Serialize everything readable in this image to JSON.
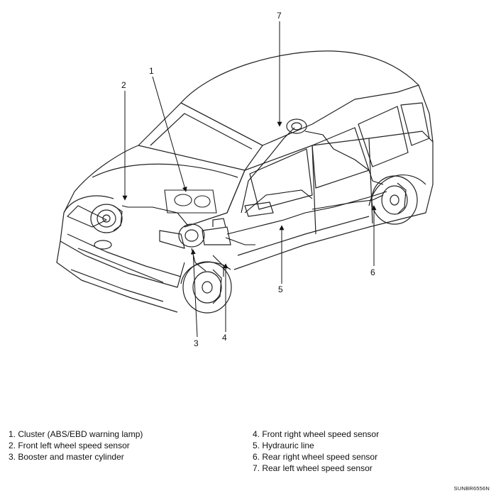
{
  "diagram": {
    "callouts": [
      "1",
      "2",
      "3",
      "4",
      "5",
      "6",
      "7"
    ],
    "legend": [
      "1. Cluster (ABS/EBD warning lamp)",
      "2. Front left wheel speed sensor",
      "3. Booster and master cylinder",
      "4. Front right wheel speed sensor",
      "5. Hydrauric line",
      "6. Rear right wheel speed sensor",
      "7. Rear left wheel speed sensor"
    ],
    "figure_code": "SUNBR6556N"
  }
}
